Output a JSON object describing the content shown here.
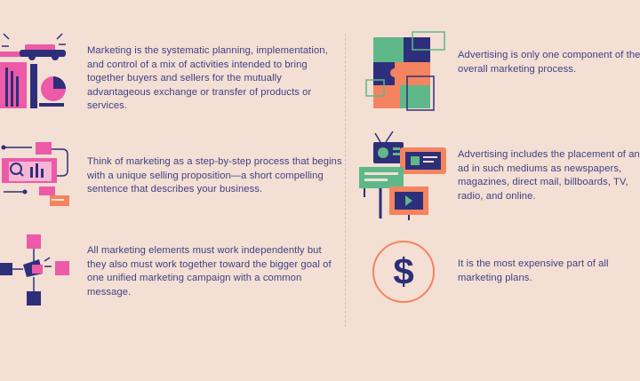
{
  "left_column": [
    {
      "icon": "marketing-collage-icon",
      "text": "Marketing is the systematic planning, implementation, and control of a mix of activities intended to bring together buyers and sellers for the mutually advantageous exchange or transfer of products or services."
    },
    {
      "icon": "process-flow-icon",
      "text": "Think of marketing as a step-by-step process that begins with a unique selling proposition—a short compelling sentence that describes your business."
    },
    {
      "icon": "connected-elements-icon",
      "text": "All marketing elements must work independently but they also must work together toward the bigger goal of one unified marketing campaign with a common message."
    }
  ],
  "right_column": [
    {
      "icon": "puzzle-icon",
      "text": "Advertising is only one component of the overall marketing process."
    },
    {
      "icon": "media-devices-icon",
      "text": "Advertising includes the placement of an ad in such mediums as newspapers, magazines, direct mail, billboards, TV, radio, and online."
    },
    {
      "icon": "dollar-circle-icon",
      "text": "It is the most expensive part of all marketing plans."
    }
  ],
  "colors": {
    "background": "#f3dfd3",
    "text": "#3f3f86",
    "navy": "#2e2f7a",
    "pink": "#ec5aa8",
    "green": "#5fb88a",
    "orange": "#f4845f"
  }
}
